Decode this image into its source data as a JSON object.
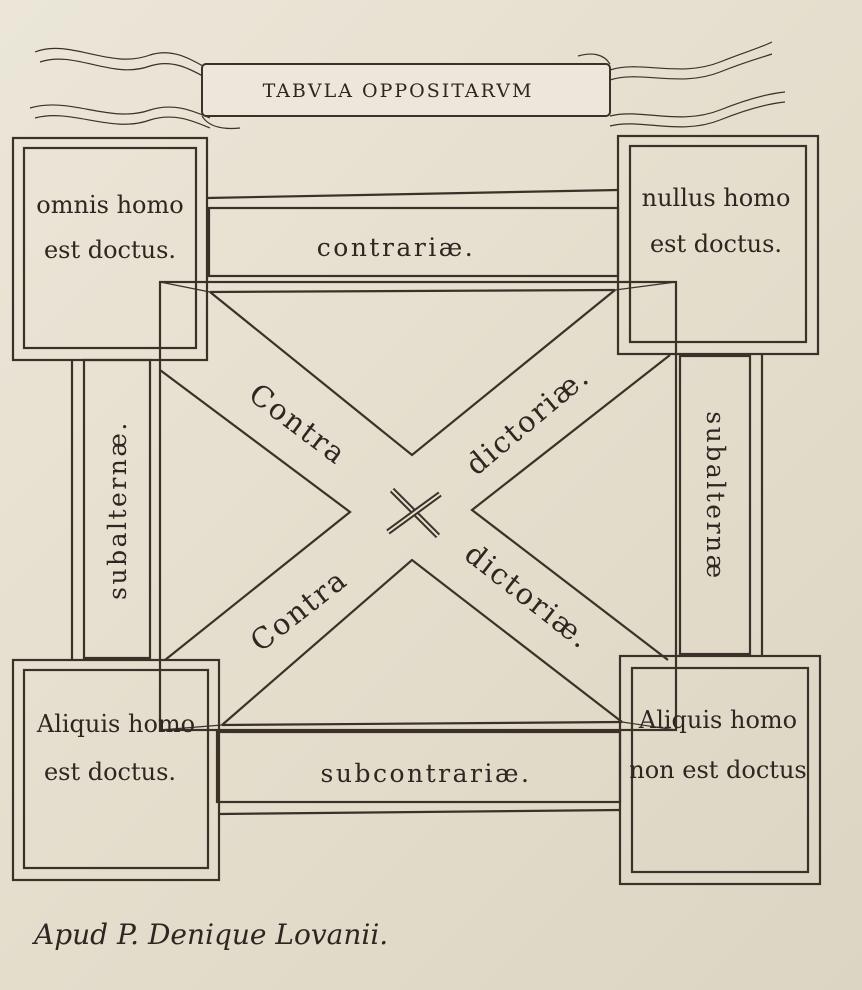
{
  "title": "TABVLA OPPOSITARVM",
  "corners": {
    "top_left": [
      "omnis homo",
      "est doctus."
    ],
    "top_right": [
      "nullus homo",
      "est doctus."
    ],
    "bottom_left": [
      "Aliquis homo",
      "est doctus."
    ],
    "bottom_right": [
      "Aliquis homo",
      "non est doctus"
    ]
  },
  "relations": {
    "top": "contrariæ.",
    "bottom": "subcontrariæ.",
    "left": "subalternæ.",
    "right": "subalternæ"
  },
  "diagonals": {
    "upper_left": "Contra",
    "upper_right": "dictoriæ.",
    "lower_left": "Contra",
    "lower_right": "dictoriæ."
  },
  "imprint": "Apud P. Denique Lovanii."
}
